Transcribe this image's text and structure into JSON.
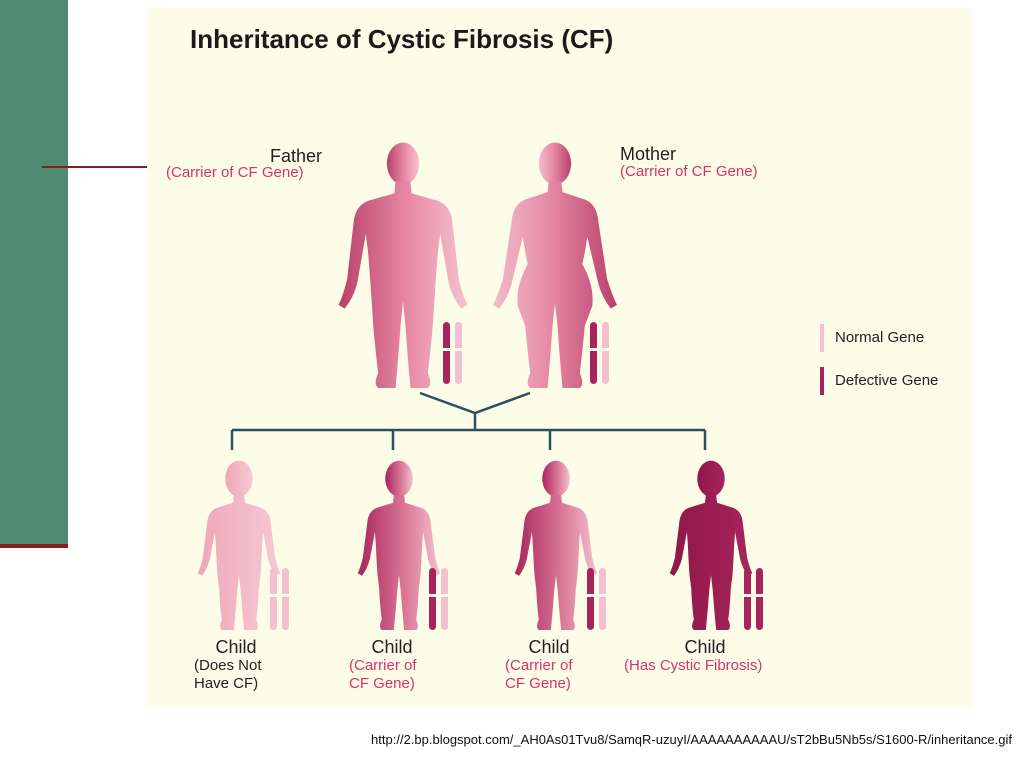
{
  "title": "Inheritance of Cystic Fibrosis (CF)",
  "parents": {
    "father": {
      "name": "Father",
      "role": "(Carrier of CF Gene)"
    },
    "mother": {
      "name": "Mother",
      "role": "(Carrier of CF Gene)"
    }
  },
  "legend": {
    "normal": "Normal Gene",
    "defective": "Defective Gene"
  },
  "children": [
    {
      "label": "Child",
      "sub": "(Does Not\nHave CF)"
    },
    {
      "label": "Child",
      "sub": "(Carrier of\nCF Gene)"
    },
    {
      "label": "Child",
      "sub": "(Carrier of\nCF Gene)"
    },
    {
      "label": "Child",
      "sub": "(Has Cystic Fibrosis)"
    }
  ],
  "colors": {
    "normal_gene": "#f3c0cf",
    "defective_gene": "#a8245c",
    "carrier_text": "#d6336c",
    "line": "#2d4f63"
  },
  "source_url": "http://2.bp.blogspot.com/_AH0As01Tvu8/SamqR-uzuyI/AAAAAAAAAAU/sT2bBu5Nb5s/S1600-R/inheritance.gif"
}
